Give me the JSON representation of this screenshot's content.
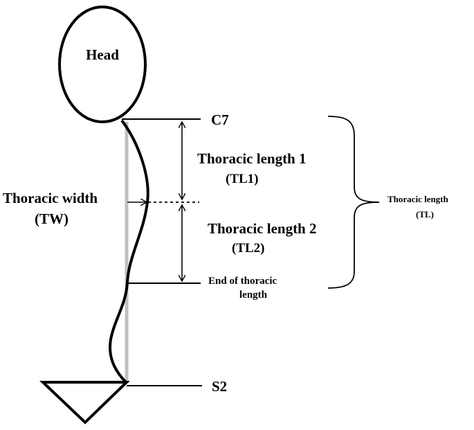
{
  "diagram": {
    "head_label": "Head",
    "c7_label": "C7",
    "s2_label": "S2",
    "thoracic_length_1": "Thoracic length 1",
    "tl1_abbrev": "(TL1)",
    "thoracic_length_2": "Thoracic length 2",
    "tl2_abbrev": "(TL2)",
    "thoracic_width": "Thoracic width",
    "tw_abbrev": "(TW)",
    "end_of_thoracic_line1": "End of thoracic",
    "end_of_thoracic_line2": "length",
    "thoracic_length_total": "Thoracic length",
    "tl_abbrev": "(TL)"
  },
  "colors": {
    "stroke": "#000000",
    "reference_line": "#c0c0c0",
    "background": "#ffffff"
  }
}
